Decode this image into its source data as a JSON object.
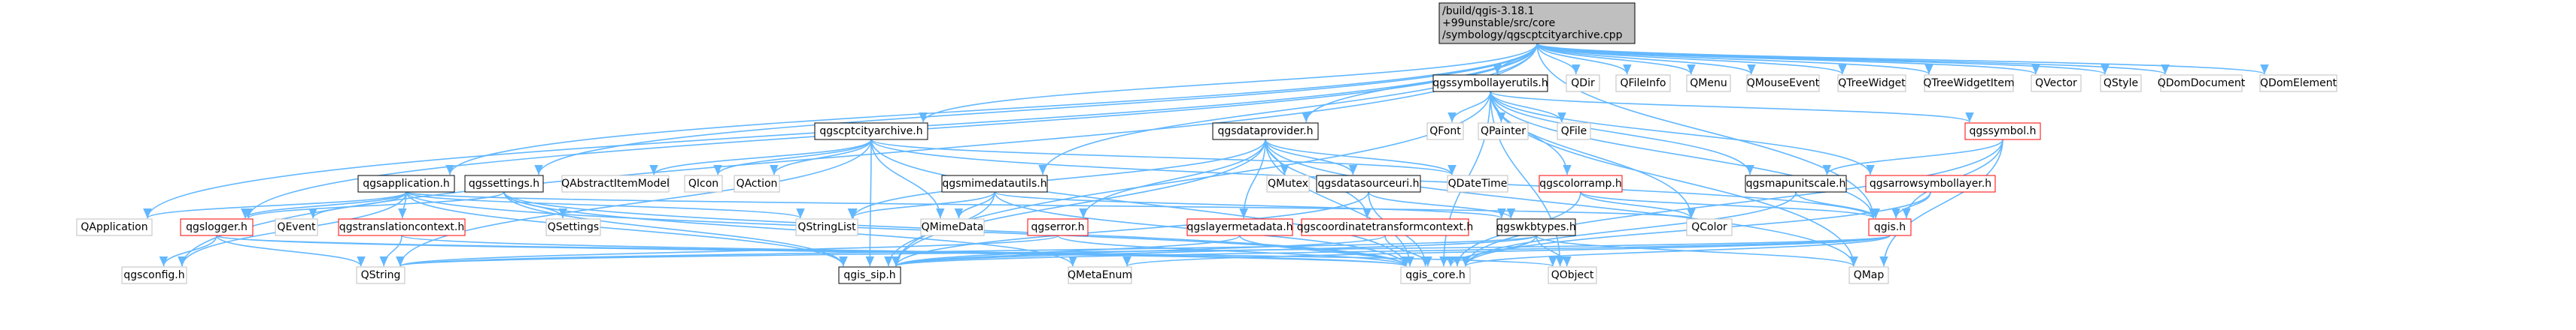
{
  "diagram": {
    "type": "include-dependency-graph",
    "colors": {
      "root_fill": "#bfbfbf",
      "root_border": "#000000",
      "documented_border": "#000000",
      "undocumented_border": "#bfbfbf",
      "truncated_border": "#ff0000",
      "edge": "#63b8ff",
      "text": "#000000",
      "external_text": "#000000"
    },
    "nodes": [
      {
        "id": "root",
        "lines": [
          "/build/qgis-3.18.1",
          "+99unstable/src/core",
          "/symbology/qgscptcityarchive.cpp"
        ],
        "style": "root"
      },
      {
        "id": "qgssymbollayerutils_h",
        "lines": [
          "qgssymbollayerutils.h"
        ],
        "style": "documented"
      },
      {
        "id": "qdir",
        "lines": [
          "QDir"
        ],
        "style": "external"
      },
      {
        "id": "qfileinfo",
        "lines": [
          "QFileInfo"
        ],
        "style": "external"
      },
      {
        "id": "qmenu",
        "lines": [
          "QMenu"
        ],
        "style": "external"
      },
      {
        "id": "qmouseevent",
        "lines": [
          "QMouseEvent"
        ],
        "style": "external"
      },
      {
        "id": "qtreewidget",
        "lines": [
          "QTreeWidget"
        ],
        "style": "external"
      },
      {
        "id": "qtreewidgetitem",
        "lines": [
          "QTreeWidgetItem"
        ],
        "style": "external"
      },
      {
        "id": "qvector",
        "lines": [
          "QVector"
        ],
        "style": "external"
      },
      {
        "id": "qstyle",
        "lines": [
          "QStyle"
        ],
        "style": "external"
      },
      {
        "id": "qdomdocument",
        "lines": [
          "QDomDocument"
        ],
        "style": "external"
      },
      {
        "id": "qdomelement",
        "lines": [
          "QDomElement"
        ],
        "style": "external"
      },
      {
        "id": "qgscptcityarchive_h",
        "lines": [
          "qgscptcityarchive.h"
        ],
        "style": "documented"
      },
      {
        "id": "qgsdataprovider_h",
        "lines": [
          "qgsdataprovider.h"
        ],
        "style": "documented"
      },
      {
        "id": "qfont",
        "lines": [
          "QFont"
        ],
        "style": "external"
      },
      {
        "id": "qpainter",
        "lines": [
          "QPainter"
        ],
        "style": "external"
      },
      {
        "id": "qfile",
        "lines": [
          "QFile"
        ],
        "style": "external"
      },
      {
        "id": "qgssymbol_h",
        "lines": [
          "qgssymbol.h"
        ],
        "style": "truncated"
      },
      {
        "id": "qgsapplication_h",
        "lines": [
          "qgsapplication.h"
        ],
        "style": "documented"
      },
      {
        "id": "qgssettings_h",
        "lines": [
          "qgssettings.h"
        ],
        "style": "documented"
      },
      {
        "id": "qabstractitemmodel",
        "lines": [
          "QAbstractItemModel"
        ],
        "style": "external"
      },
      {
        "id": "qicon",
        "lines": [
          "QIcon"
        ],
        "style": "external"
      },
      {
        "id": "qaction",
        "lines": [
          "QAction"
        ],
        "style": "external"
      },
      {
        "id": "qgsmimedatautils_h",
        "lines": [
          "qgsmimedatautils.h"
        ],
        "style": "documented"
      },
      {
        "id": "qmutex",
        "lines": [
          "QMutex"
        ],
        "style": "external"
      },
      {
        "id": "qgsdatasourceuri_h",
        "lines": [
          "qgsdatasourceuri.h"
        ],
        "style": "documented"
      },
      {
        "id": "qdatetime",
        "lines": [
          "QDateTime"
        ],
        "style": "external"
      },
      {
        "id": "qgscolorramp_h",
        "lines": [
          "qgscolorramp.h"
        ],
        "style": "truncated"
      },
      {
        "id": "qgsmapunitscale_h",
        "lines": [
          "qgsmapunitscale.h"
        ],
        "style": "documented"
      },
      {
        "id": "qgsarrowsymbollayer_h",
        "lines": [
          "qgsarrowsymbollayer.h"
        ],
        "style": "truncated"
      },
      {
        "id": "qapplication",
        "lines": [
          "QApplication"
        ],
        "style": "external"
      },
      {
        "id": "qgslogger_h",
        "lines": [
          "qgslogger.h"
        ],
        "style": "truncated"
      },
      {
        "id": "qevent",
        "lines": [
          "QEvent"
        ],
        "style": "external"
      },
      {
        "id": "qgstranslationcontext_h",
        "lines": [
          "qgstranslationcontext.h"
        ],
        "style": "truncated"
      },
      {
        "id": "qsettings",
        "lines": [
          "QSettings"
        ],
        "style": "external"
      },
      {
        "id": "qstringlist",
        "lines": [
          "QStringList"
        ],
        "style": "external"
      },
      {
        "id": "qmimedata",
        "lines": [
          "QMimeData"
        ],
        "style": "external"
      },
      {
        "id": "qgserror_h",
        "lines": [
          "qgserror.h"
        ],
        "style": "truncated"
      },
      {
        "id": "qgslayermetadata_h",
        "lines": [
          "qgslayermetadata.h"
        ],
        "style": "truncated"
      },
      {
        "id": "qgscoordinatetransformcontext_h",
        "lines": [
          "qgscoordinatetransformcontext.h"
        ],
        "style": "truncated"
      },
      {
        "id": "qgswkbtypes_h",
        "lines": [
          "qgswkbtypes.h"
        ],
        "style": "documented"
      },
      {
        "id": "qcolor",
        "lines": [
          "QColor"
        ],
        "style": "external"
      },
      {
        "id": "qgis_h",
        "lines": [
          "qgis.h"
        ],
        "style": "truncated"
      },
      {
        "id": "qgsconfig_h",
        "lines": [
          "qgsconfig.h"
        ],
        "style": "external"
      },
      {
        "id": "qstring",
        "lines": [
          "QString"
        ],
        "style": "external"
      },
      {
        "id": "qgis_sip_h",
        "lines": [
          "qgis_sip.h"
        ],
        "style": "documented"
      },
      {
        "id": "qmetaenum",
        "lines": [
          "QMetaEnum"
        ],
        "style": "external"
      },
      {
        "id": "qgis_core_h",
        "lines": [
          "qgis_core.h"
        ],
        "style": "external"
      },
      {
        "id": "qobject",
        "lines": [
          "QObject"
        ],
        "style": "external"
      },
      {
        "id": "qmap",
        "lines": [
          "QMap"
        ],
        "style": "external"
      }
    ],
    "edges": [
      [
        "root",
        "qgssymbollayerutils_h"
      ],
      [
        "root",
        "qdir"
      ],
      [
        "root",
        "qfileinfo"
      ],
      [
        "root",
        "qmenu"
      ],
      [
        "root",
        "qmouseevent"
      ],
      [
        "root",
        "qtreewidget"
      ],
      [
        "root",
        "qtreewidgetitem"
      ],
      [
        "root",
        "qvector"
      ],
      [
        "root",
        "qstyle"
      ],
      [
        "root",
        "qdomdocument"
      ],
      [
        "root",
        "qdomelement"
      ],
      [
        "root",
        "qgscptcityarchive_h"
      ],
      [
        "root",
        "qgsdataprovider_h"
      ],
      [
        "root",
        "qgsapplication_h"
      ],
      [
        "root",
        "qgssettings_h"
      ],
      [
        "root",
        "qgsmimedatautils_h"
      ],
      [
        "root",
        "qgslogger_h"
      ],
      [
        "root",
        "qapplication"
      ],
      [
        "root",
        "qgsconfig_h"
      ],
      [
        "root",
        "qgis_h"
      ],
      [
        "qgssymbollayerutils_h",
        "qfont"
      ],
      [
        "qgssymbollayerutils_h",
        "qpainter"
      ],
      [
        "qgssymbollayerutils_h",
        "qfile"
      ],
      [
        "qgssymbollayerutils_h",
        "qgssymbol_h"
      ],
      [
        "qgssymbollayerutils_h",
        "qgscolorramp_h"
      ],
      [
        "qgssymbollayerutils_h",
        "qgsmapunitscale_h"
      ],
      [
        "qgssymbollayerutils_h",
        "qgsarrowsymbollayer_h"
      ],
      [
        "qgssymbollayerutils_h",
        "qcolor"
      ],
      [
        "qgssymbollayerutils_h",
        "qgis_h"
      ],
      [
        "qgssymbollayerutils_h",
        "qgis_sip_h"
      ],
      [
        "qgssymbollayerutils_h",
        "qgis_core_h"
      ],
      [
        "qgssymbollayerutils_h",
        "qobject"
      ],
      [
        "qgssymbollayerutils_h",
        "qmap"
      ],
      [
        "qgscptcityarchive_h",
        "qabstractitemmodel"
      ],
      [
        "qgscptcityarchive_h",
        "qicon"
      ],
      [
        "qgscptcityarchive_h",
        "qaction"
      ],
      [
        "qgscptcityarchive_h",
        "qmimedata"
      ],
      [
        "qgscptcityarchive_h",
        "qstring"
      ],
      [
        "qgscptcityarchive_h",
        "qgis_sip_h"
      ],
      [
        "qgscptcityarchive_h",
        "qgis_core_h"
      ],
      [
        "qgscptcityarchive_h",
        "qgis_h"
      ],
      [
        "qgscptcityarchive_h",
        "qdatetime"
      ],
      [
        "qgsdataprovider_h",
        "qmutex"
      ],
      [
        "qgsdataprovider_h",
        "qgsdatasourceuri_h"
      ],
      [
        "qgsdataprovider_h",
        "qdatetime"
      ],
      [
        "qgsdataprovider_h",
        "qgserror_h"
      ],
      [
        "qgsdataprovider_h",
        "qgslayermetadata_h"
      ],
      [
        "qgsdataprovider_h",
        "qgscoordinatetransformcontext_h"
      ],
      [
        "qgsdataprovider_h",
        "qstringlist"
      ],
      [
        "qgsdataprovider_h",
        "qgis_core_h"
      ],
      [
        "qgsdataprovider_h",
        "qgis_sip_h"
      ],
      [
        "qgsdataprovider_h",
        "qmap"
      ],
      [
        "qgssymbol_h",
        "qgsmapunitscale_h"
      ],
      [
        "qgssymbol_h",
        "qgis_h"
      ],
      [
        "qgssymbol_h",
        "qgis_core_h"
      ],
      [
        "qgssymbol_h",
        "qmap"
      ],
      [
        "qgsapplication_h",
        "qapplication"
      ],
      [
        "qgsapplication_h",
        "qevent"
      ],
      [
        "qgsapplication_h",
        "qgstranslationcontext_h"
      ],
      [
        "qgsapplication_h",
        "qgslogger_h"
      ],
      [
        "qgsapplication_h",
        "qstringlist"
      ],
      [
        "qgsapplication_h",
        "qgsconfig_h"
      ],
      [
        "qgsapplication_h",
        "qgis_core_h"
      ],
      [
        "qgsapplication_h",
        "qgis_sip_h"
      ],
      [
        "qgsapplication_h",
        "qcolor"
      ],
      [
        "qgssettings_h",
        "qsettings"
      ],
      [
        "qgssettings_h",
        "qmetaenum"
      ],
      [
        "qgssettings_h",
        "qgis_core_h"
      ],
      [
        "qgssettings_h",
        "qgslogger_h"
      ],
      [
        "qgssettings_h",
        "qgis_sip_h"
      ],
      [
        "qgsmimedatautils_h",
        "qmimedata"
      ],
      [
        "qgsmimedatautils_h",
        "qstringlist"
      ],
      [
        "qgsmimedatautils_h",
        "qgswkbtypes_h"
      ],
      [
        "qgsmimedatautils_h",
        "qgis_core_h"
      ],
      [
        "qgsmimedatautils_h",
        "qgis_sip_h"
      ],
      [
        "qgsdatasourceuri_h",
        "qgswkbtypes_h"
      ],
      [
        "qgsdatasourceuri_h",
        "qgis_core_h"
      ],
      [
        "qgsdatasourceuri_h",
        "qgis_sip_h"
      ],
      [
        "qgscolorramp_h",
        "qcolor"
      ],
      [
        "qgscolorramp_h",
        "qgis_h"
      ],
      [
        "qgscolorramp_h",
        "qgis_core_h"
      ],
      [
        "qgsmapunitscale_h",
        "qgis_core_h"
      ],
      [
        "qgsmapunitscale_h",
        "qgis_h"
      ],
      [
        "qgsarrowsymbollayer_h",
        "qgis_h"
      ],
      [
        "qgsarrowsymbollayer_h",
        "qgis_core_h"
      ],
      [
        "qgslogger_h",
        "qstring"
      ],
      [
        "qgslogger_h",
        "qgsconfig_h"
      ],
      [
        "qgslogger_h",
        "qgis_core_h"
      ],
      [
        "qgslogger_h",
        "qobject"
      ],
      [
        "qgstranslationcontext_h",
        "qstring"
      ],
      [
        "qgstranslationcontext_h",
        "qgis_core_h"
      ],
      [
        "qgserror_h",
        "qstring"
      ],
      [
        "qgserror_h",
        "qgis_core_h"
      ],
      [
        "qgslayermetadata_h",
        "qgis_sip_h"
      ],
      [
        "qgslayermetadata_h",
        "qgis_core_h"
      ],
      [
        "qgscoordinatetransformcontext_h",
        "qgis_core_h"
      ],
      [
        "qgscoordinatetransformcontext_h",
        "qgis_sip_h"
      ],
      [
        "qgswkbtypes_h",
        "qobject"
      ],
      [
        "qgswkbtypes_h",
        "qstring"
      ],
      [
        "qgswkbtypes_h",
        "qgis_core_h"
      ],
      [
        "qgswkbtypes_h",
        "qgis_sip_h"
      ],
      [
        "qgswkbtypes_h",
        "qmap"
      ],
      [
        "qgis_h",
        "qmetaenum"
      ],
      [
        "qgis_h",
        "qstring"
      ],
      [
        "qgis_h",
        "qgis_core_h"
      ],
      [
        "qgis_h",
        "qgis_sip_h"
      ]
    ]
  }
}
